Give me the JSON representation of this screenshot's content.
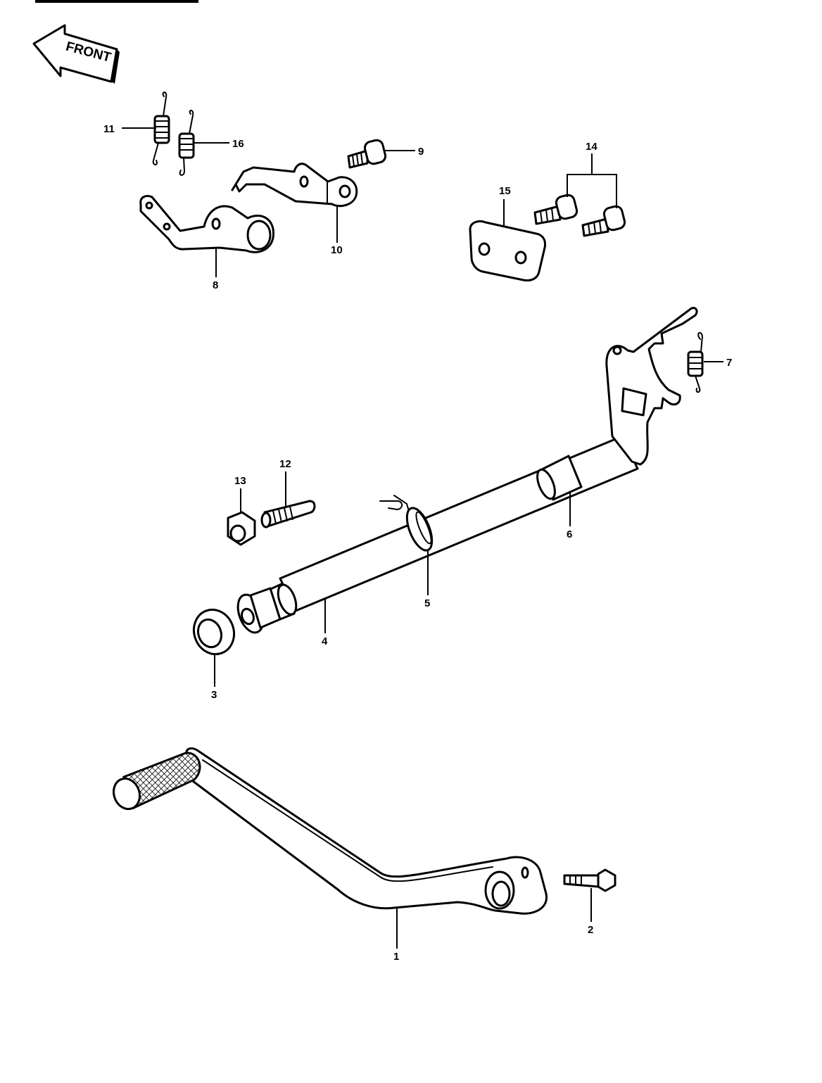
{
  "front_arrow": {
    "label": "FRONT"
  },
  "callouts": {
    "c1": "1",
    "c2": "2",
    "c3": "3",
    "c4": "4",
    "c5": "5",
    "c6": "6",
    "c7": "7",
    "c8": "8",
    "c9": "9",
    "c10": "10",
    "c11": "11",
    "c12": "12",
    "c13": "13",
    "c14": "14",
    "c15": "15",
    "c16": "16"
  },
  "colors": {
    "ink": "#000000",
    "paper": "#ffffff"
  }
}
